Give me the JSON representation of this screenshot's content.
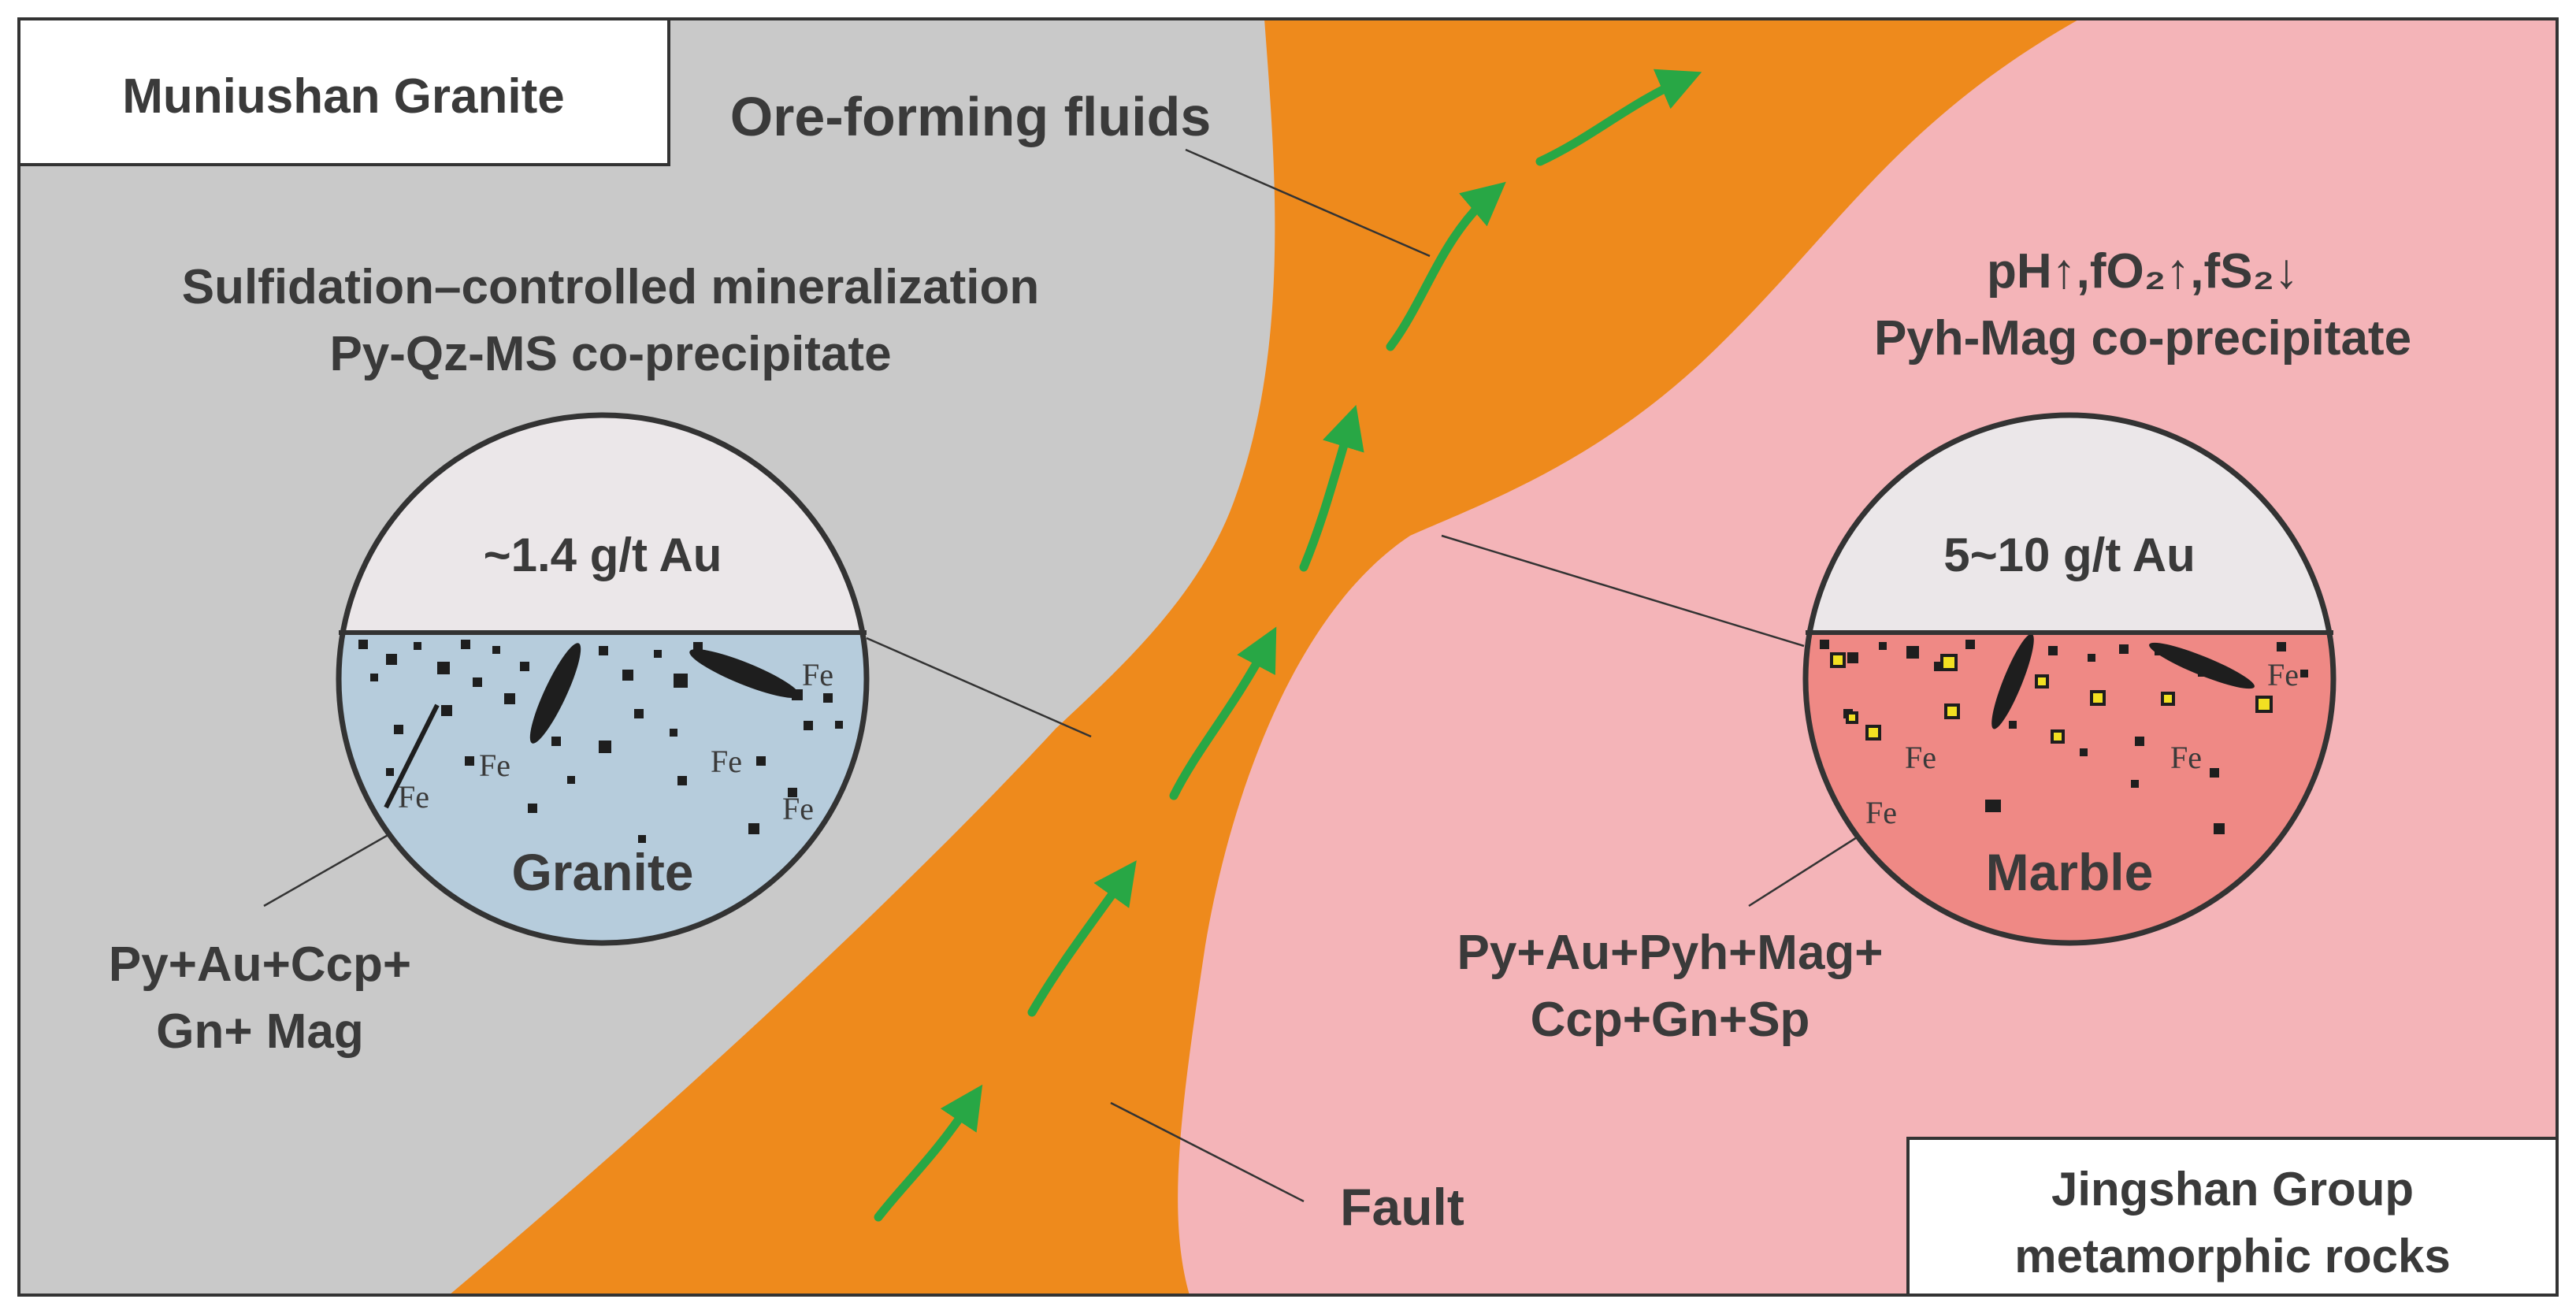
{
  "labels": {
    "granite_unit": "Muniushan Granite",
    "metamorphic_unit_line1": "Jingshan Group",
    "metamorphic_unit_line2": "metamorphic rocks",
    "fluids": "Ore-forming fluids",
    "fault": "Fault",
    "left_process_line1": "Sulfidation–controlled mineralization",
    "left_process_line2": "Py-Qz-MS co-precipitate",
    "right_process_line1": "pH↑,fO₂↑,fS₂↓",
    "right_process_line2": "Pyh-Mag co-precipitate"
  },
  "left_inset": {
    "grade": "~1.4 g/t Au",
    "host_rock": "Granite",
    "fe_label": "Fe",
    "assemblage_line1": "Py+Au+Ccp+",
    "assemblage_line2": "Gn+ Mag"
  },
  "right_inset": {
    "grade": "5~10 g/t Au",
    "host_rock": "Marble",
    "fe_label": "Fe",
    "assemblage_line1": "Py+Au+Pyh+Mag+",
    "assemblage_line2": "Ccp+Gn+Sp"
  },
  "colors": {
    "granite": "#c9c9c9",
    "metamorphic": "#f4b4b8",
    "fault": "#ee8a1c",
    "fluid_arrow": "#28a745",
    "left_inset_fill": "#b6ccdc",
    "right_inset_fill": "#ef8985",
    "inset_cap": "#ebe7e9",
    "gold_grain": "#f2e022"
  }
}
